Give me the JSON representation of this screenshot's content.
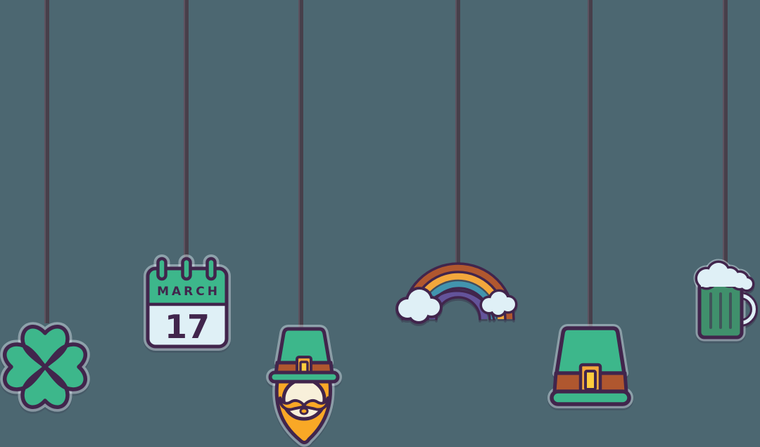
{
  "colors": {
    "bg": "#4c6771",
    "string": "#473f4a",
    "string-hl": "#5d5360",
    "outline": "#41254c",
    "halo": "rgba(223,238,243,0.45)",
    "green": "#3db78b",
    "dgreen": "#40906c",
    "pale": "#dff0f6",
    "cream": "#f8f0da",
    "orange": "#f9a826",
    "gold": "#f2a73c",
    "yellow": "#ffcc3d",
    "rust": "#b0572f",
    "teal": "#4294ae",
    "violet": "#63539a"
  },
  "calendar": {
    "month": "MARCH",
    "day": "17"
  },
  "ornaments": [
    {
      "name": "four-leaf-clover"
    },
    {
      "name": "calendar-march-17"
    },
    {
      "name": "leprechaun"
    },
    {
      "name": "rainbow-with-clouds"
    },
    {
      "name": "green-top-hat"
    },
    {
      "name": "green-beer-mug"
    }
  ]
}
